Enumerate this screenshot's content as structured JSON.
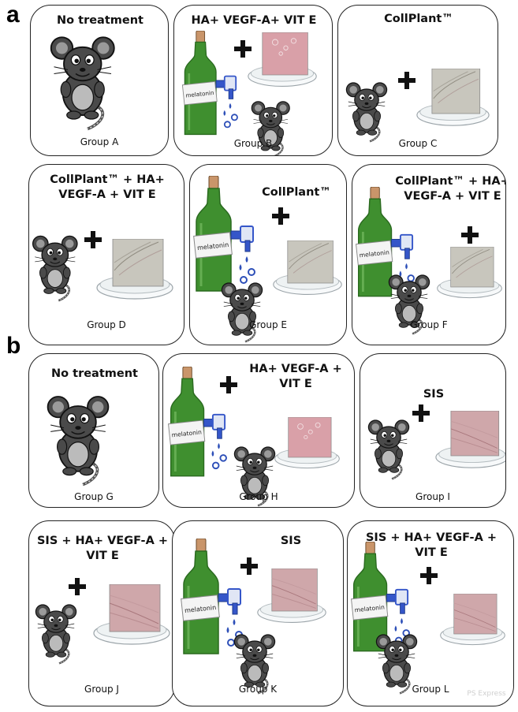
{
  "sections": [
    {
      "id": "a",
      "label": "a"
    },
    {
      "id": "b",
      "label": "b"
    }
  ],
  "panels": [
    {
      "id": "A",
      "title": "No treatment",
      "group": "Group A",
      "melatonin": false,
      "dish": false
    },
    {
      "id": "B",
      "title": "HA+ VEGF-A+ VIT E",
      "group": "Group B",
      "melatonin": true,
      "dish": true,
      "tissue": "pink"
    },
    {
      "id": "C",
      "title": "CollPlant™",
      "group": "Group C",
      "melatonin": false,
      "dish": true,
      "tissue": "collagen"
    },
    {
      "id": "D",
      "title": "CollPlant™ + HA+ VEGF-A + VIT E",
      "group": "Group D",
      "melatonin": false,
      "dish": true,
      "tissue": "collagen"
    },
    {
      "id": "E",
      "title": "CollPlant™",
      "group": "Group E",
      "melatonin": true,
      "dish": true,
      "tissue": "collagen"
    },
    {
      "id": "F",
      "title": "CollPlant™ + HA+ VEGF-A + VIT E",
      "group": "Group F",
      "melatonin": true,
      "dish": true,
      "tissue": "collagen"
    },
    {
      "id": "G",
      "title": "No treatment",
      "group": "Group G",
      "melatonin": false,
      "dish": false
    },
    {
      "id": "H",
      "title": "HA+ VEGF-A + VIT E",
      "group": "Group H",
      "melatonin": true,
      "dish": true,
      "tissue": "pink"
    },
    {
      "id": "I",
      "title": "SIS",
      "group": "Group I",
      "melatonin": false,
      "dish": true,
      "tissue": "sis"
    },
    {
      "id": "J",
      "title": "SIS + HA+ VEGF-A + VIT E",
      "group": "Group J",
      "melatonin": false,
      "dish": true,
      "tissue": "sis"
    },
    {
      "id": "K",
      "title": "SIS",
      "group": "Group K",
      "melatonin": true,
      "dish": true,
      "tissue": "sis"
    },
    {
      "id": "L",
      "title": "SIS + HA+ VEGF-A + VIT E",
      "group": "Group L",
      "melatonin": true,
      "dish": true,
      "tissue": "sis"
    }
  ],
  "bottle_label": "melatonin",
  "watermark": "PS Express",
  "colors": {
    "bottle": "#3f8f2f",
    "bottle_dark": "#2a6a1f",
    "cork": "#c9956a",
    "faucet": "#3556c9",
    "drop": "#2d4fb8",
    "pink_tissue": "#d9a0a8",
    "collagen_tissue": "#c8c6bd",
    "sis_tissue": "#cfa7aa",
    "mouse": "#4a4a4a",
    "border": "#222222"
  }
}
